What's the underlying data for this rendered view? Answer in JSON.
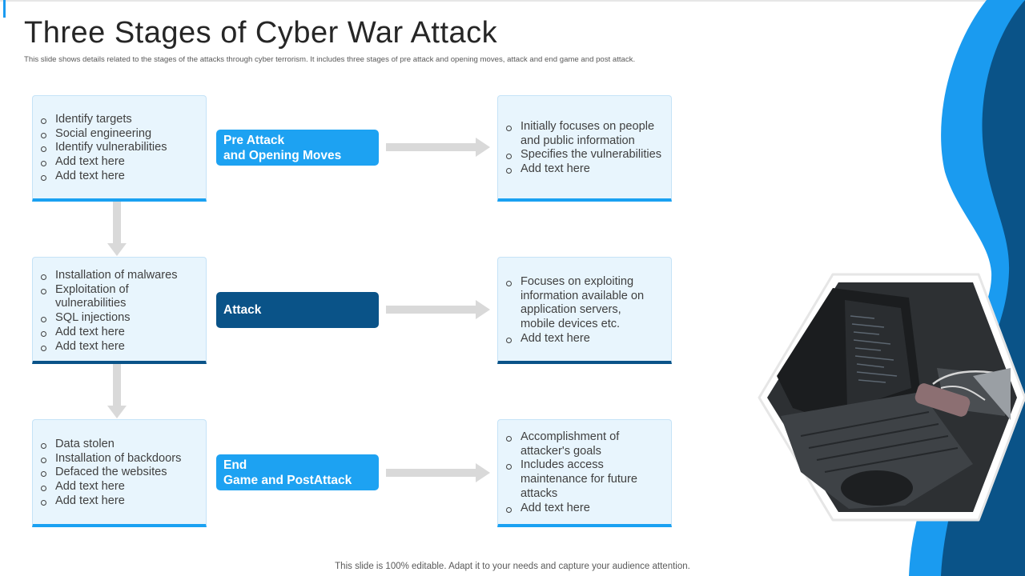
{
  "slide": {
    "title": "Three Stages of Cyber War Attack",
    "subtitle": "This slide shows details related to the stages of the attacks through cyber terrorism. It includes three stages of pre attack and opening moves, attack and end game and post attack.",
    "footer": "This slide is 100% editable. Adapt it to your  needs and capture your audience attention."
  },
  "colors": {
    "accent_light": "#1da2f2",
    "accent_dark": "#0a5388",
    "box_fill": "#e8f5fd",
    "arrow": "#d9d9d9"
  },
  "stages": [
    {
      "label": "Pre Attack\nand Opening Moves",
      "left_points": [
        "Identify targets",
        "Social engineering",
        "Identify vulnerabilities",
        "Add text here",
        "Add text here"
      ],
      "right_points": [
        "Initially focuses on people and public information",
        "Specifies the vulnerabilities",
        "Add text here"
      ]
    },
    {
      "label": "Attack",
      "left_points": [
        "Installation of malwares",
        "Exploitation of vulnerabilities",
        "SQL injections",
        "Add text here",
        "Add text here"
      ],
      "right_points": [
        "Focuses on exploiting information available on application servers, mobile devices etc.",
        "Add text here"
      ]
    },
    {
      "label": "End\nGame and PostAttack",
      "left_points": [
        "Data stolen",
        "Installation of backdoors",
        "Defaced the websites",
        "Add text here",
        "Add text here"
      ],
      "right_points": [
        "Accomplishment of attacker's goals",
        "Includes access maintenance for future attacks",
        "Add text here"
      ]
    }
  ],
  "image": {
    "icon": "laptop-photo"
  }
}
